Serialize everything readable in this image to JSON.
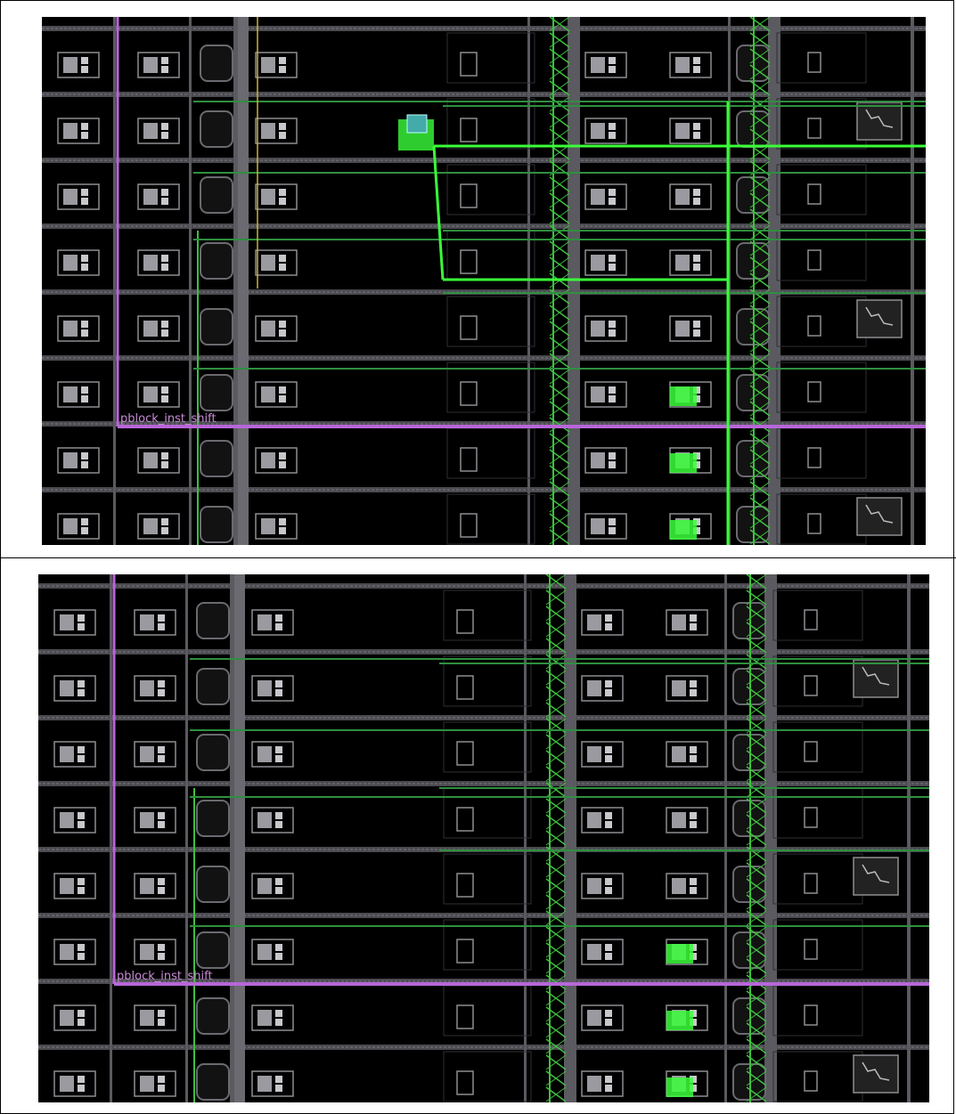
{
  "panels": [
    {
      "id": "top",
      "pblock_label": "pblock_inst_shift",
      "routed_nets_highlighted": true
    },
    {
      "id": "bottom",
      "pblock_label": "pblock_inst_shift",
      "routed_nets_highlighted": false
    }
  ],
  "colors": {
    "background": "#000000",
    "grid": "#6e6e73",
    "tile_outline": "#8e8e93",
    "route_green": "#3fbf3f",
    "route_green_bright": "#39ff39",
    "pblock": "#b866d9",
    "yellow_line": "#c8b43c"
  },
  "icons": {
    "slice_tile": "slice-icon",
    "bram_tile": "bram-icon",
    "dsp_tile": "dsp-icon",
    "switchbox": "switchbox-icon"
  }
}
